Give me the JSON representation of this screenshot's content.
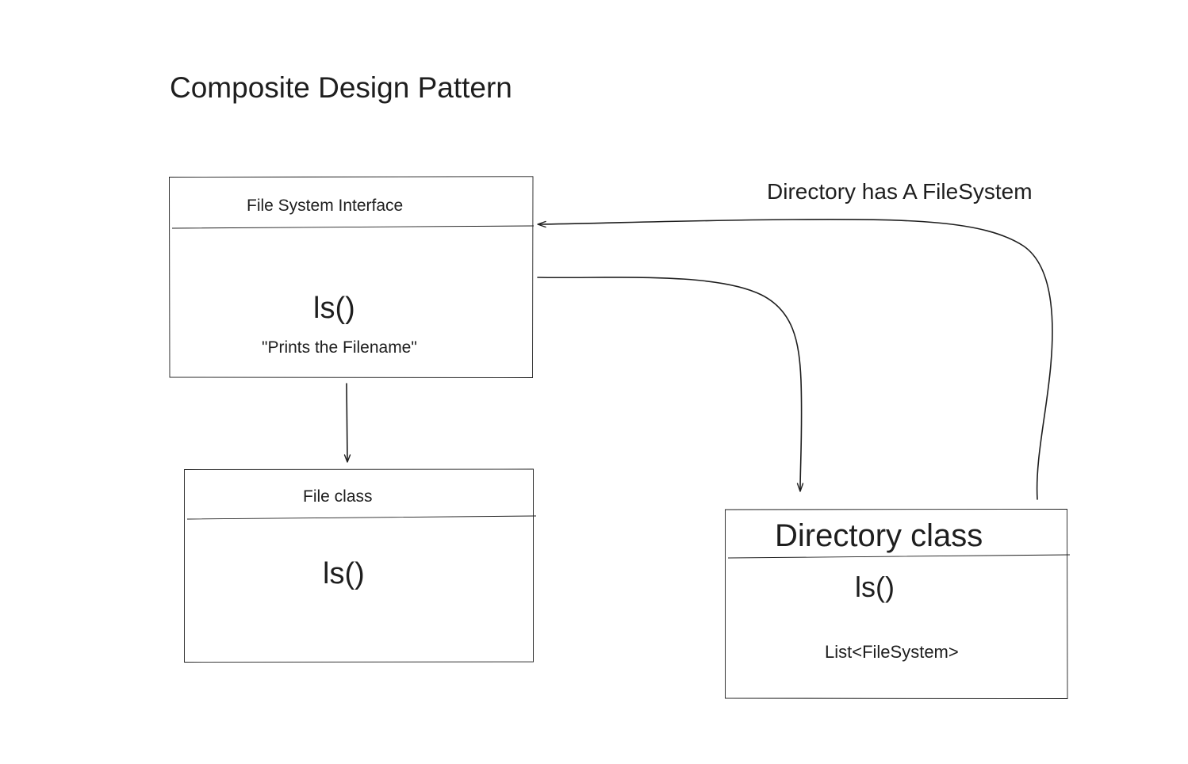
{
  "diagram": {
    "title": "Composite Design Pattern",
    "nodes": [
      {
        "id": "file_system_interface",
        "header": "File System Interface",
        "method": "ls()",
        "note": "\"Prints the Filename\""
      },
      {
        "id": "file_class",
        "header": "File class",
        "method": "ls()"
      },
      {
        "id": "directory_class",
        "header": "Directory class",
        "method": "ls()",
        "field": "List<FileSystem>"
      }
    ],
    "edges": [
      {
        "from": "file_system_interface",
        "to": "file_class",
        "label": ""
      },
      {
        "from": "file_system_interface",
        "to": "directory_class",
        "label": ""
      },
      {
        "from": "directory_class",
        "to": "file_system_interface",
        "label": "Directory has A FileSystem"
      }
    ],
    "colors": {
      "stroke": "#1e1e1e",
      "background": "#ffffff"
    }
  }
}
